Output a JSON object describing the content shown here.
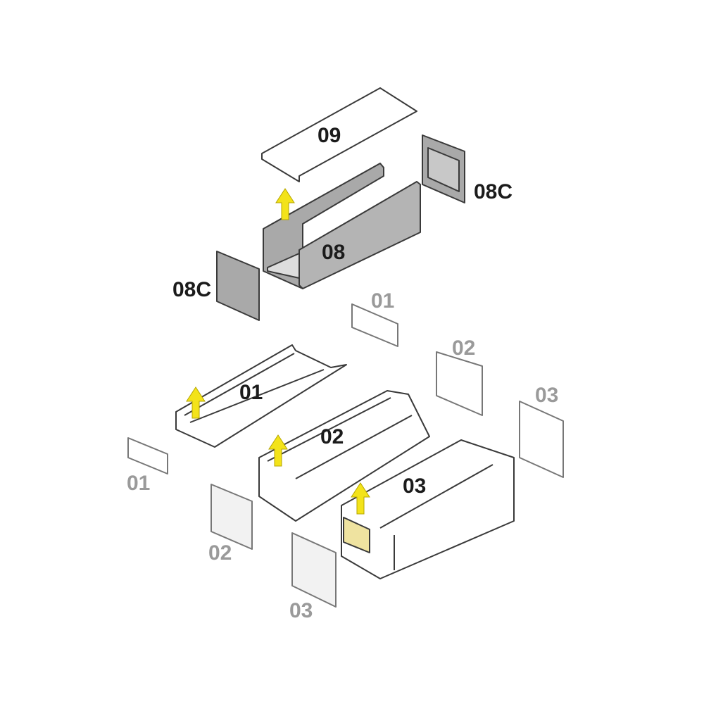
{
  "colors": {
    "profile_gray": "#a9a9a9",
    "outline": "#3a3a3a",
    "arrow_yellow": "#f3e31a",
    "label_dark": "#1b1b1b",
    "label_gray": "#9a9a9a",
    "led_plate": "#efe3a0"
  },
  "labels": {
    "cover": "09",
    "endcap_top_right": "08C",
    "profile_main": "08",
    "endcap_top_left": "08C",
    "bracket_01": "01",
    "bracket_02": "02",
    "bracket_03": "03",
    "profile_01": "01",
    "profile_02": "02",
    "profile_03": "03",
    "endcap_01": "01",
    "endcap_02": "02",
    "endcap_03": "03"
  }
}
